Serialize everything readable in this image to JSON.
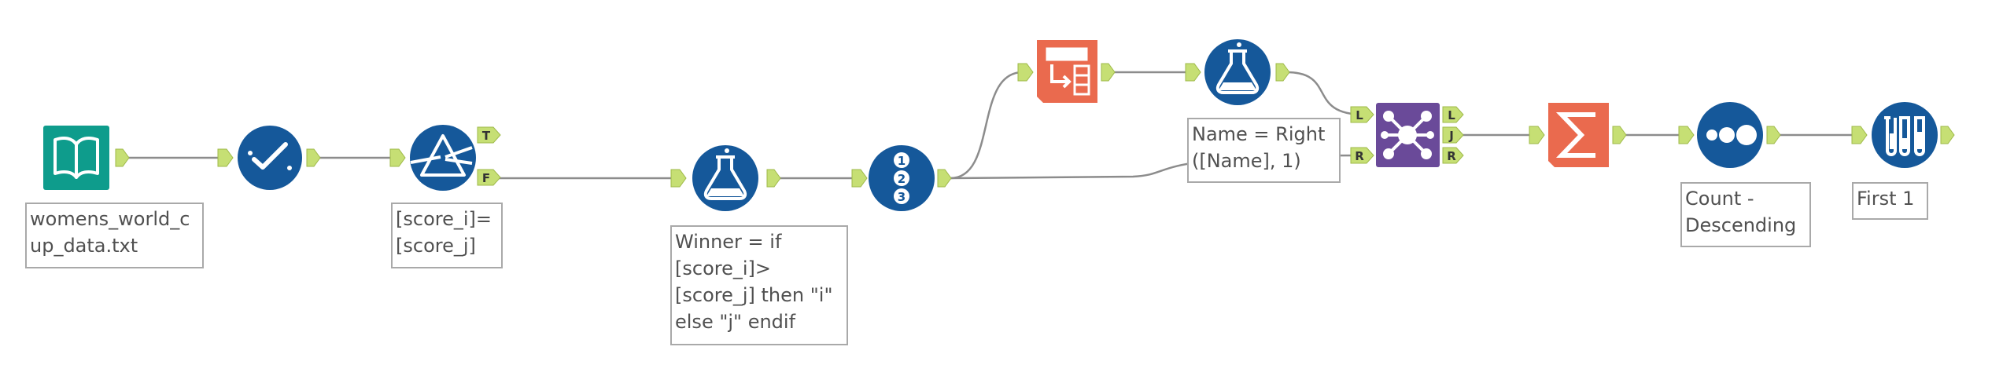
{
  "colors": {
    "input_teal": "#0e9c8c",
    "prep_blue": "#15589a",
    "join_purple": "#6a4a99",
    "transform_orange": "#ea6a4e",
    "anchor_green": "#c6df74",
    "connector": "#8c8c8c",
    "annotation_border": "#a9a9a9",
    "annotation_text": "#505050"
  },
  "tools": [
    {
      "id": "input",
      "name": "input-data-tool",
      "icon": "book-icon"
    },
    {
      "id": "select",
      "name": "select-tool",
      "icon": "checkmark-icon"
    },
    {
      "id": "filter",
      "name": "filter-tool",
      "icon": "prism-icon"
    },
    {
      "id": "formula1",
      "name": "formula-tool-winner",
      "icon": "flask-icon"
    },
    {
      "id": "recordid",
      "name": "record-id-tool",
      "icon": "numbered-list-icon"
    },
    {
      "id": "crosstab",
      "name": "crosstab-tool",
      "icon": "table-pivot-icon"
    },
    {
      "id": "formula2",
      "name": "formula-tool-name",
      "icon": "flask-icon"
    },
    {
      "id": "join",
      "name": "join-tool",
      "icon": "join-network-icon"
    },
    {
      "id": "summarize",
      "name": "summarize-tool",
      "icon": "sigma-icon"
    },
    {
      "id": "sort",
      "name": "sort-tool",
      "icon": "dots-icon"
    },
    {
      "id": "sample",
      "name": "sample-tool",
      "icon": "test-tubes-icon"
    }
  ],
  "anchors": {
    "filter_true": "T",
    "filter_false": "F",
    "join_left_in": "L",
    "join_right_in": "R",
    "join_left_out": "L",
    "join_join_out": "J",
    "join_right_out": "R"
  },
  "annotations": {
    "input": "womens_world_c\nup_data.txt",
    "filter": "[score_i]=\n[score_j]",
    "formula1": "Winner = if\n[score_i]>\n[score_j] then \"i\"\nelse \"j\" endif",
    "formula2": "Name = Right\n([Name], 1)",
    "sort": "Count -\nDescending",
    "sample": "First 1"
  }
}
